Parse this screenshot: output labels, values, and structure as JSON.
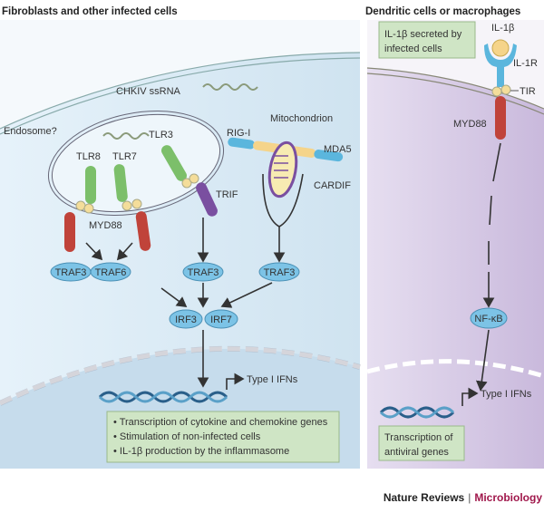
{
  "left": {
    "title": "Fibroblasts and other infected cells",
    "rna": "CHKIV ssRNA",
    "endosome": "Endosome?",
    "tlr8": "TLR8",
    "tlr7": "TLR7",
    "tlr3": "TLR3",
    "myd88": "MYD88",
    "trif": "TRIF",
    "rigi": "RIG-I",
    "mito": "Mitochondrion",
    "mda5": "MDA5",
    "cardif": "CARDIF",
    "traf_a": "TRAF3",
    "traf_b": "TRAF6",
    "traf_c": "TRAF3",
    "traf_d": "TRAF3",
    "irf3": "IRF3",
    "irf7": "IRF7",
    "ifn": "Type I IFNs",
    "outcomes": [
      "• Transcription of cytokine and chemokine genes",
      "• Stimulation of non-infected cells",
      "• IL-1β production by the inflammasome"
    ]
  },
  "right": {
    "title": "Dendritic cells or macrophages",
    "secreted": [
      "IL-1β secreted by",
      "infected cells"
    ],
    "il1b": "IL-1β",
    "il1r": "IL-1R",
    "tir": "TIR",
    "myd88": "MYD88",
    "nfkb": "NF-κB",
    "ifn": "Type I IFNs",
    "outcome": [
      "Transcription of",
      "antiviral genes"
    ]
  },
  "footer": {
    "journal": "Nature Reviews",
    "sep": "|",
    "section": "Microbiology"
  },
  "colors": {
    "cell_left": "#dcecf6",
    "cell_right": "#ddd2e8",
    "box": "#cfe5c5",
    "traf": "#7cc3e6",
    "tlr": "#7cbf6a",
    "myd88": "#c0433a",
    "trif": "#7a4fa0",
    "accent": "#a0174b"
  }
}
